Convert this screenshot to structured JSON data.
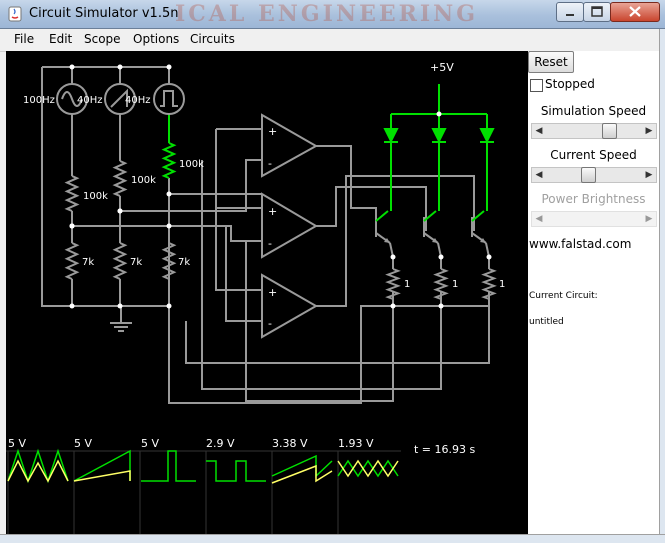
{
  "window": {
    "title": "Circuit Simulator v1.5n",
    "background_banner": "ICAL ENGINEERING"
  },
  "menu": [
    "File",
    "Edit",
    "Scope",
    "Options",
    "Circuits"
  ],
  "panel": {
    "reset_label": "Reset",
    "stopped_label": "Stopped",
    "stopped_checked": false,
    "sim_speed_label": "Simulation Speed",
    "sim_speed_level": 0.68,
    "current_speed_label": "Current Speed",
    "current_speed_level": 0.42,
    "power_brightness_label": "Power Brightness",
    "url": "www.falstad.com",
    "current_circuit_label": "Current Circuit:",
    "current_circuit_name": "untitled"
  },
  "circuit": {
    "sources": [
      "100Hz",
      "40Hz",
      "40Hz"
    ],
    "resistor_top_labels": [
      "100k",
      "100k",
      "100k"
    ],
    "resistor_bottom_labels": [
      "7k",
      "7k",
      "7k"
    ],
    "supply_label": "+5V",
    "emitter_labels": [
      "1",
      "1",
      "1"
    ],
    "opamp_plus": "+",
    "opamp_minus": "-"
  },
  "scopes": {
    "labels": [
      "5 V",
      "5 V",
      "5 V",
      "2.9 V",
      "3.38 V",
      "1.93 V"
    ],
    "time": "t = 16.93 s"
  },
  "colors": {
    "wire": "#9a9a9a",
    "active": "#00e000",
    "scope_yellow": "#ffff66",
    "canvas_bg": "#000000"
  }
}
